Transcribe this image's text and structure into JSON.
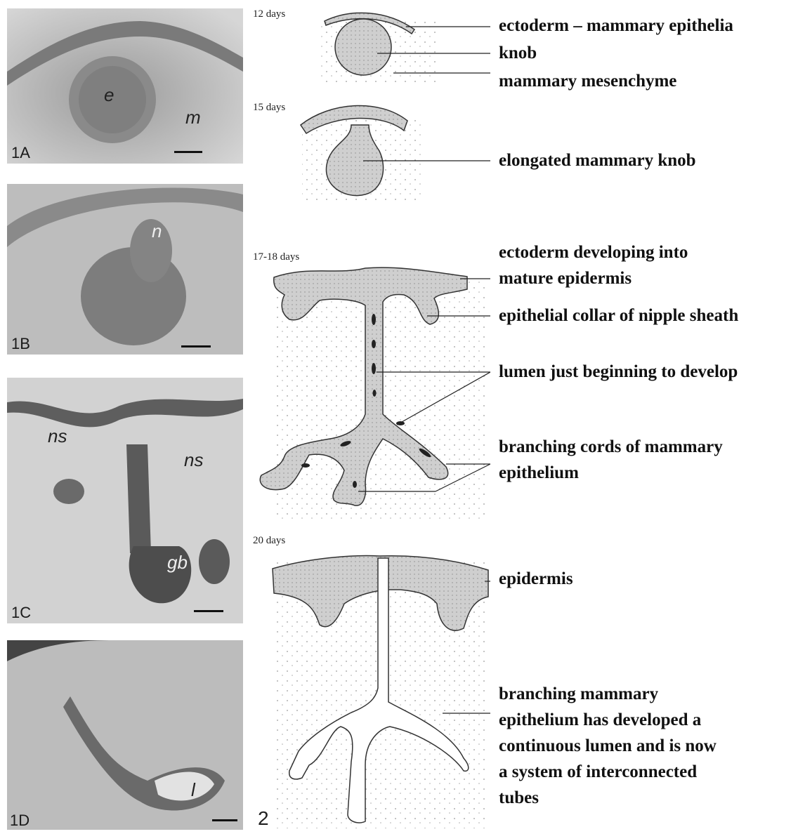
{
  "micrographs": [
    {
      "id": "1A",
      "label": "1A",
      "tissues": [
        "e",
        "m"
      ]
    },
    {
      "id": "1B",
      "label": "1B",
      "tissues": [
        "n"
      ]
    },
    {
      "id": "1C",
      "label": "1C",
      "tissues": [
        "ns",
        "ns",
        "gb"
      ]
    },
    {
      "id": "1D",
      "label": "1D",
      "tissues": [
        "l"
      ]
    }
  ],
  "diagram": {
    "figure_number": "2",
    "stages": [
      "12 days",
      "15 days",
      "17-18 days",
      "20 days"
    ]
  },
  "labels": {
    "ectoderm": "ectoderm – mammary epithelia",
    "knob": "knob",
    "mesenchyme": "mammary mesenchyme",
    "elongated": "elongated mammary knob",
    "ectoderm_dev_1": "ectoderm developing into",
    "ectoderm_dev_2": "mature epidermis",
    "collar": "epithelial collar of nipple sheath",
    "lumen": "lumen just beginning to develop",
    "cords_1": "branching cords of mammary",
    "cords_2": "epithelium",
    "epidermis": "epidermis",
    "branching_1": "branching mammary",
    "branching_2": "epithelium has developed a",
    "branching_3": "continuous lumen and is now",
    "branching_4": "a system of interconnected",
    "branching_5": "tubes"
  }
}
